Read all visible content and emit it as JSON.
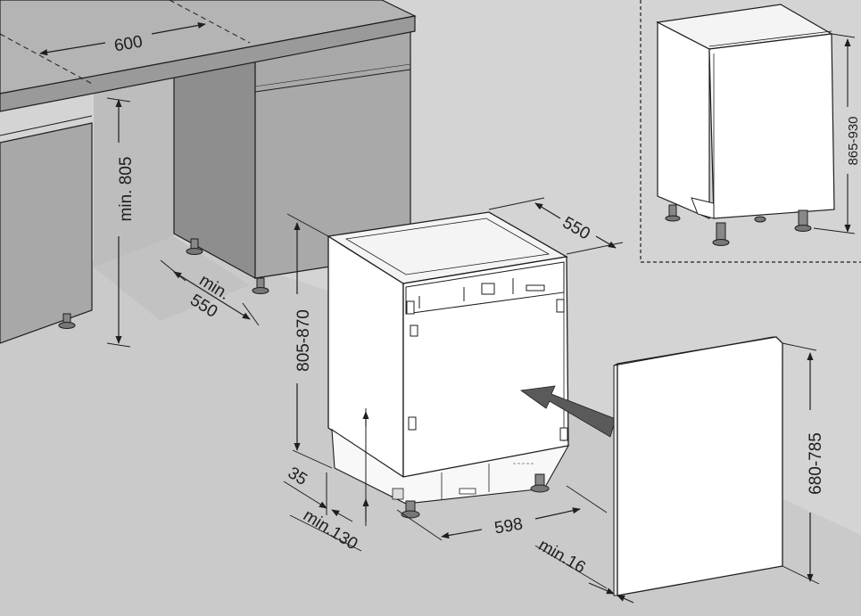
{
  "dimensions": {
    "worktop_width": "600",
    "niche_height": "min. 805",
    "niche_depth_min": "min.",
    "niche_depth": "550",
    "appliance_depth": "550",
    "appliance_height": "805-870",
    "appliance_width": "598",
    "plinth_offset": "35",
    "plinth_height": "min.130",
    "panel_gap": "min.16",
    "panel_height": "680-785",
    "inset_height": "865-930"
  },
  "colors": {
    "background": "#d4d4d4",
    "floor": "#c9c9c9",
    "worktop_top": "#b2b2b2",
    "cabinet_front": "#a9a9a9",
    "cabinet_side": "#8d8d8d",
    "appliance": "#ffffff",
    "panel": "#ffffff",
    "arrow": "#5a5a5a",
    "line": "#1e1e1e"
  }
}
